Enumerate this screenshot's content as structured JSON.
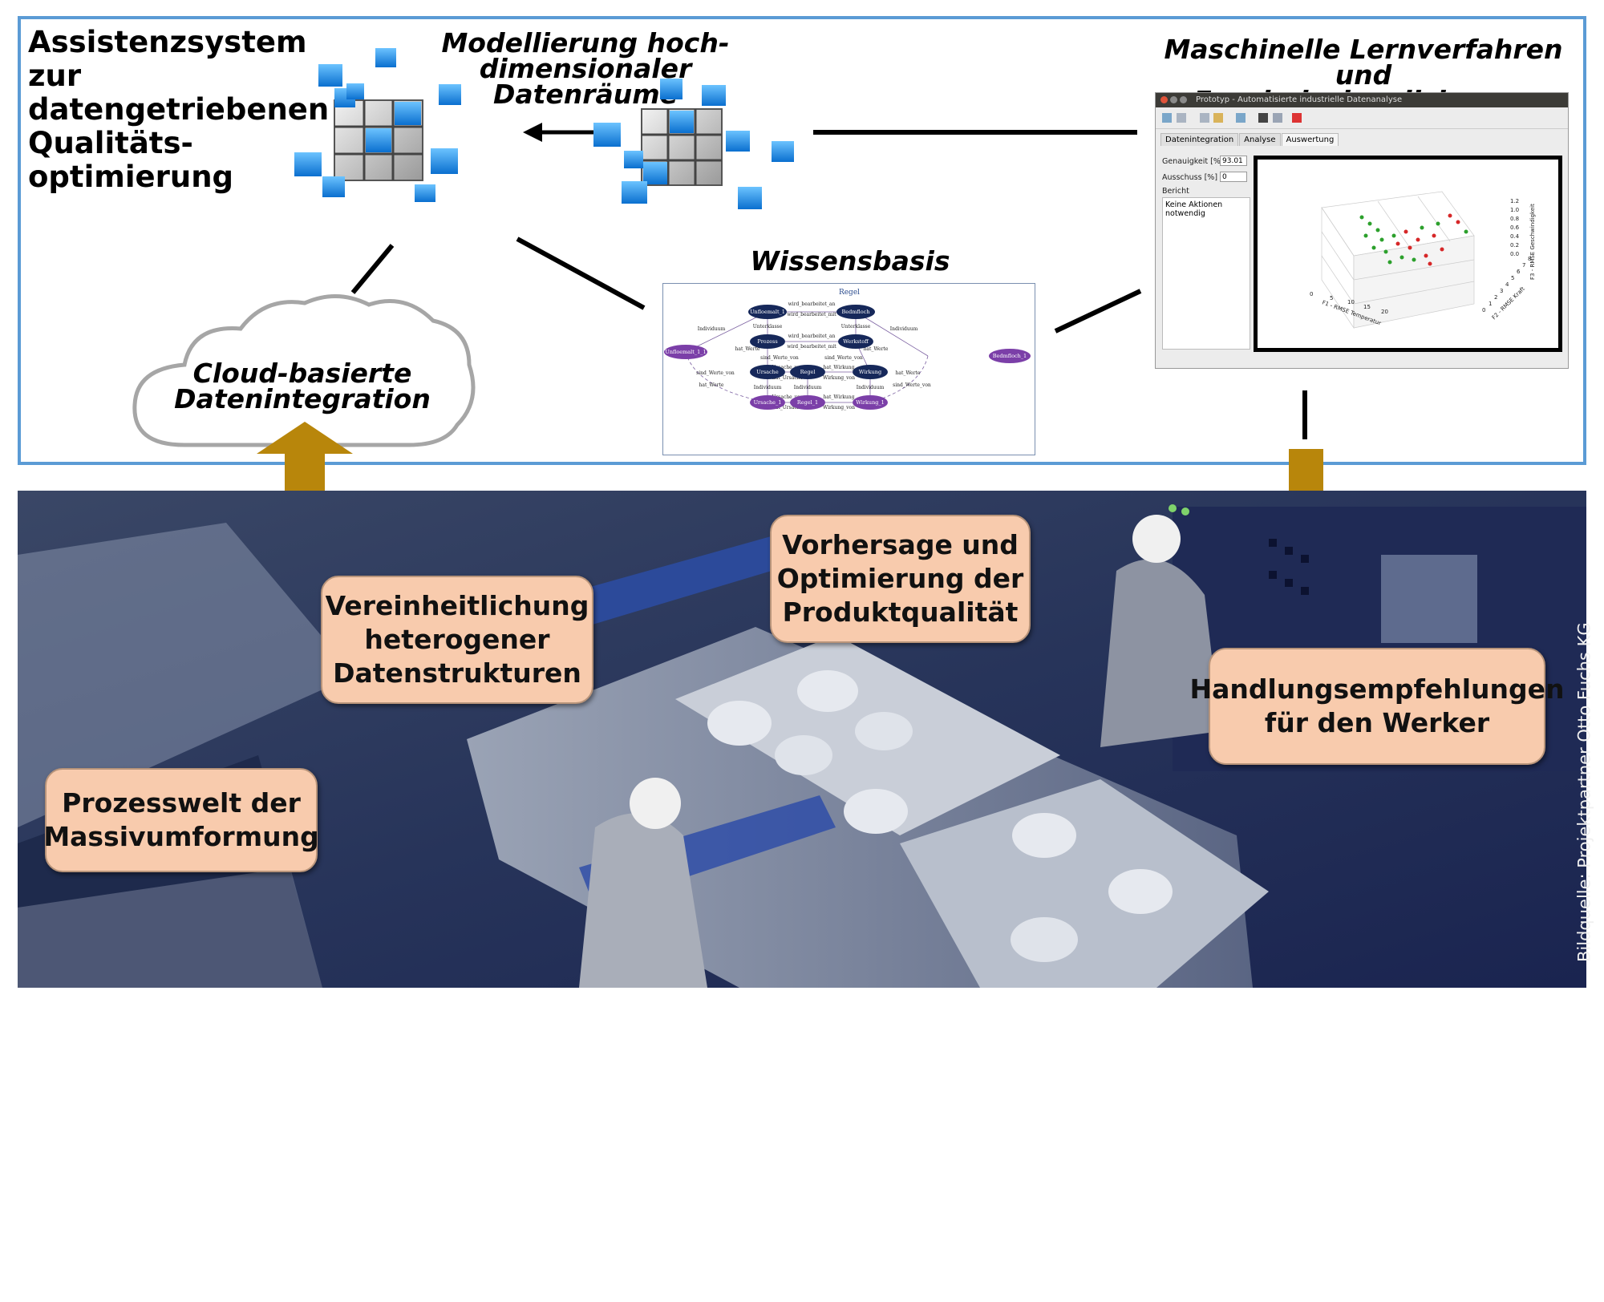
{
  "title": {
    "line1": "Assistenzsystem zur",
    "line2": "datengetriebenen",
    "line3": "Qualitäts-",
    "line4": "optimierung"
  },
  "headings": {
    "modeling_l1": "Modellierung hoch-",
    "modeling_l2": "dimensionaler Datenräume",
    "ml_l1": "Maschinelle Lernverfahren",
    "ml_l2": "und Ergebnisvisualisierung",
    "knowledge": "Wissensbasis",
    "cloud_l1": "Cloud-basierte",
    "cloud_l2": "Datenintegration"
  },
  "prototype_window": {
    "title": "Prototyp - Automatisierte industrielle Datenanalyse",
    "tabs": [
      "Datenintegration",
      "Analyse",
      "Auswertung"
    ],
    "accuracy_label": "Genauigkeit [%]",
    "accuracy_value": "93.01",
    "scrap_label": "Ausschuss [%]",
    "scrap_value": "0",
    "report_label": "Bericht",
    "report_text_l1": "Keine Aktionen",
    "report_text_l2": "notwendig",
    "plot": {
      "x_label": "F1 - RMSE Temperatur",
      "y_label": "F2 - RMSE Kraft",
      "z_label": "F3 - RMSE Geschwindigkeit",
      "x_ticks": [
        "0",
        "5",
        "10",
        "15",
        "20"
      ],
      "y_ticks": [
        "0",
        "1",
        "2",
        "3",
        "4",
        "5",
        "6",
        "7",
        "8"
      ],
      "z_ticks": [
        "0.0",
        "0.2",
        "0.4",
        "0.6",
        "0.8",
        "1.0",
        "1.2"
      ]
    }
  },
  "knowledge_graph": {
    "title": "Regel",
    "nodes": {
      "u1": "Unfloemalt_1",
      "b1": "Bedmfloch",
      "prozess": "Prozess",
      "werkstoff": "Werkstoff",
      "u2": "Unfloemalt_1_1",
      "b2": "Bedmfloch_1",
      "ursache": "Ursache",
      "regel": "Regel",
      "wirkung": "Wirkung",
      "ursache1": "Ursache_1",
      "regel1": "Regel_1",
      "wirkung1": "Wirkung_1"
    },
    "edges": {
      "e1": "wird_bearbeitet_an",
      "e2": "wird_bearbeitet_mit",
      "e3": "Unterklasse",
      "e4": "Individuum",
      "e5": "hat_Werte",
      "e6": "sind_Werte_von",
      "e7": "Ursache_von",
      "e8": "hat_Ursache",
      "e9": "hat_Wirkung",
      "e10": "Wirkung_von"
    }
  },
  "boxes": {
    "vereinheitlichung_l1": "Vereinheitlichung",
    "vereinheitlichung_l2": "heterogener",
    "vereinheitlichung_l3": "Datenstrukturen",
    "vorhersage_l1": "Vorhersage und",
    "vorhersage_l2": "Optimierung der",
    "vorhersage_l3": "Produktqualität",
    "handlung_l1": "Handlungsempfehlungen",
    "handlung_l2": "für den Werker",
    "prozesswelt_l1": "Prozesswelt der",
    "prozesswelt_l2": "Massivumformung"
  },
  "credit": "Bildquelle: Projektpartner Otto Fuchs KG",
  "colors": {
    "frame": "#5b9bd5",
    "box_fill": "#f8cbad",
    "arrow": "#b8860b",
    "node_dark": "#16285a",
    "node_purple": "#7b3fa8",
    "cube_blue": "#1e90e8"
  }
}
